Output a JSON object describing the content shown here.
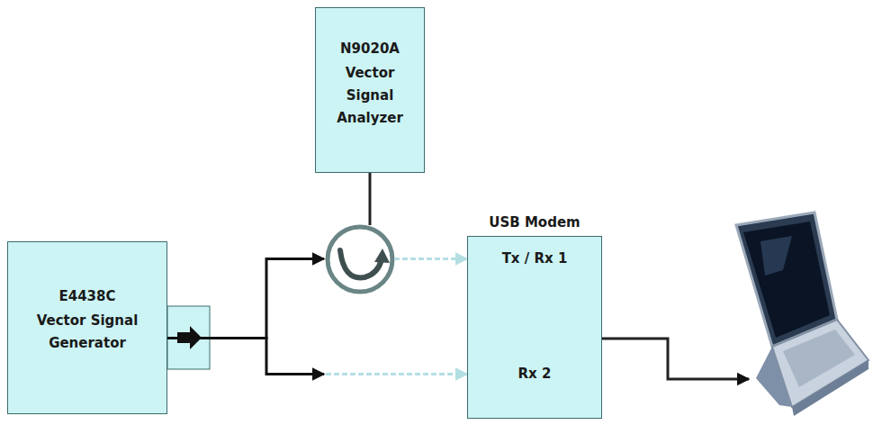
{
  "diagram": {
    "nodes": [
      {
        "text": [
          "N9020A",
          "Vector Signal Analyzer"
        ]
      },
      {
        "text": [
          "E4438C",
          "Vector Signal Generator"
        ]
      },
      {
        "text": [
          "USB Modem",
          "Tx / Rx 1",
          "Rx 2"
        ]
      }
    ],
    "edges": [
      {
        "from": 1,
        "to": 2,
        "arrow": "to"
      },
      {
        "from": 1,
        "to": 2,
        "arrow": "to"
      }
    ]
  }
}
